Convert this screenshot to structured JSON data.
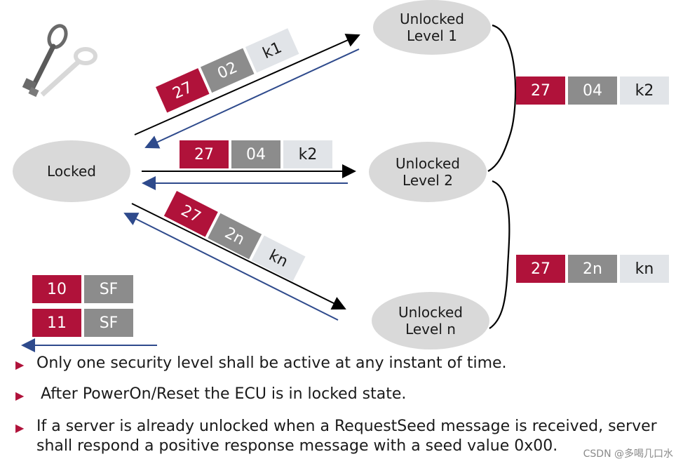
{
  "states": {
    "locked": "Locked",
    "level1": "Unlocked\nLevel 1",
    "level2": "Unlocked\nLevel 2",
    "leveln": "Unlocked\nLevel n"
  },
  "sequences": {
    "to_level1": [
      "27",
      "02",
      "k1"
    ],
    "to_level2": [
      "27",
      "04",
      "k2"
    ],
    "to_leveln": [
      "27",
      "2n",
      "kn"
    ],
    "level1_to_level2": [
      "27",
      "04",
      "k2"
    ],
    "level2_to_leveln": [
      "27",
      "2n",
      "kn"
    ]
  },
  "session_control": [
    [
      "10",
      "SF"
    ],
    [
      "11",
      "SF"
    ]
  ],
  "bullets": [
    "Only one security level shall be active at any instant of time.",
    "After PowerOn/Reset the ECU is in locked state.",
    "If a server is already unlocked when a RequestSeed message is received, server shall respond a positive response message with a seed value 0x00."
  ],
  "watermark": "CSDN @多喝几口水",
  "colors": {
    "accent_red": "#b0123a",
    "mid_gray": "#8c8c8c",
    "light_gray": "#e1e4e8",
    "state_fill": "#d9d9d9",
    "return_arrow": "#2e4a8c",
    "forward_arrow": "#000000"
  },
  "icons": {
    "key": "key-icon",
    "bullet": "triangle-bullet-icon"
  }
}
